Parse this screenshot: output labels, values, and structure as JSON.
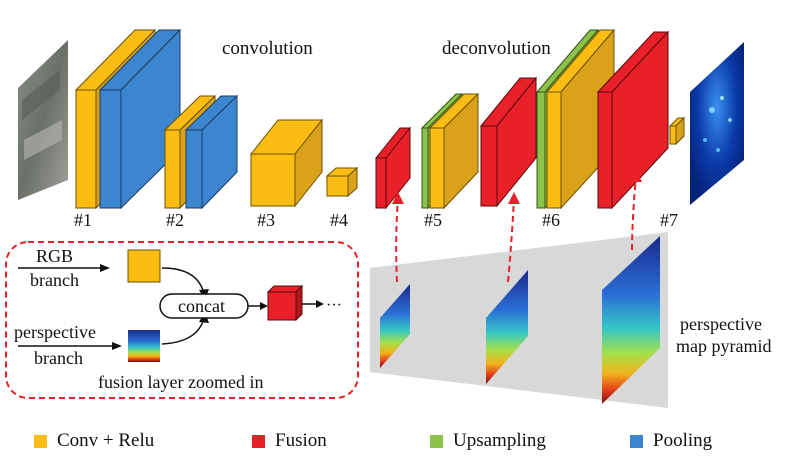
{
  "labels": {
    "convolution": "convolution",
    "deconvolution": "deconvolution",
    "stages": [
      "#1",
      "#2",
      "#3",
      "#4",
      "#5",
      "#6",
      "#7"
    ],
    "rgb_branch_line1": "RGB",
    "rgb_branch_line2": "branch",
    "perspective_branch_line1": "perspective",
    "perspective_branch_line2": "branch",
    "concat": "concat",
    "ellipsis": "···",
    "fusion_zoomed": "fusion layer zoomed in",
    "pyramid_line1": "perspective",
    "pyramid_line2": "map pyramid"
  },
  "legend": [
    {
      "label": "Conv + Relu",
      "color": "#FBBC13"
    },
    {
      "label": "Fusion",
      "color": "#E8202A"
    },
    {
      "label": "Upsampling",
      "color": "#8CC24A"
    },
    {
      "label": "Pooling",
      "color": "#3B86CE"
    }
  ],
  "colors": {
    "conv": "#FBBC13",
    "conv_dark": "#D9A21A",
    "pool": "#3B86CE",
    "fusion": "#E8202A",
    "upsample": "#8CC24A",
    "dashed": "#E8202A"
  }
}
